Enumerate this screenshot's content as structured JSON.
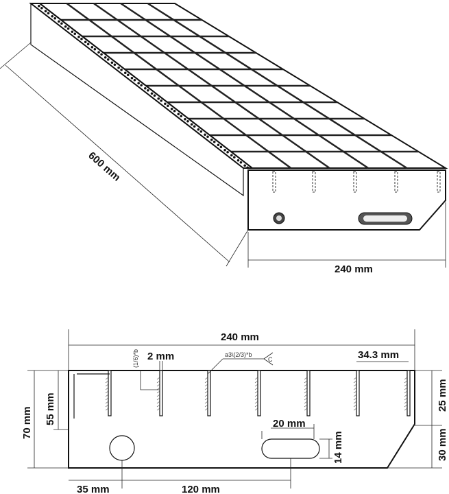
{
  "iso_view": {
    "length_label": "600 mm",
    "width_label": "240 mm"
  },
  "front_view": {
    "width_label": "240 mm",
    "bar_thickness_label": "2 mm",
    "fraction_label": "(1/6)*b",
    "weld_label": "a3\\(2/3)*b",
    "weld_symbol": "C",
    "bar_spacing_label": "34.3 mm",
    "height_label": "70 mm",
    "bar_height_label": "55 mm",
    "upper_label": "25 mm",
    "lower_label": "30 mm",
    "slot_width_label": "20 mm",
    "slot_height_label": "14 mm",
    "hole_offset_label": "35 mm",
    "hole_spacing_label": "120 mm"
  }
}
